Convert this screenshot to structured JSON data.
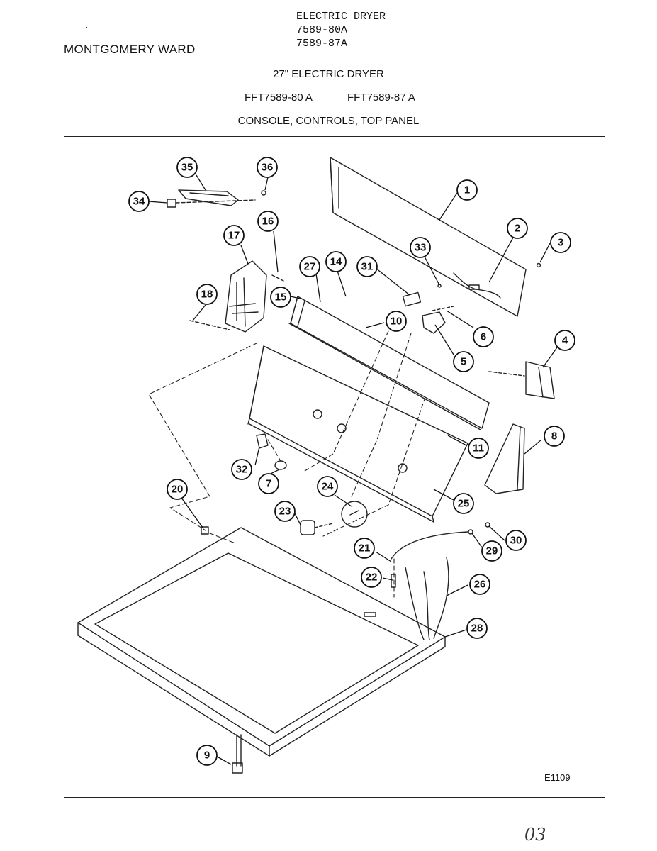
{
  "header": {
    "brand": "MONTGOMERY WARD",
    "product_lines": [
      "ELECTRIC DRYER",
      "7589-80A",
      "7589-87A"
    ]
  },
  "title": {
    "product": "27\" ELECTRIC DRYER",
    "model_a": "FFT7589-80 A",
    "model_b": "FFT7589-87 A",
    "section": "CONSOLE, CONTROLS, TOP PANEL"
  },
  "callouts": [
    "1",
    "2",
    "3",
    "4",
    "5",
    "6",
    "7",
    "8",
    "9",
    "10",
    "11",
    "14",
    "15",
    "16",
    "17",
    "18",
    "20",
    "21",
    "22",
    "23",
    "24",
    "25",
    "26",
    "27",
    "28",
    "29",
    "30",
    "31",
    "32",
    "33",
    "34",
    "35",
    "36"
  ],
  "drawing_ref": "E1109",
  "page_mark": "03"
}
